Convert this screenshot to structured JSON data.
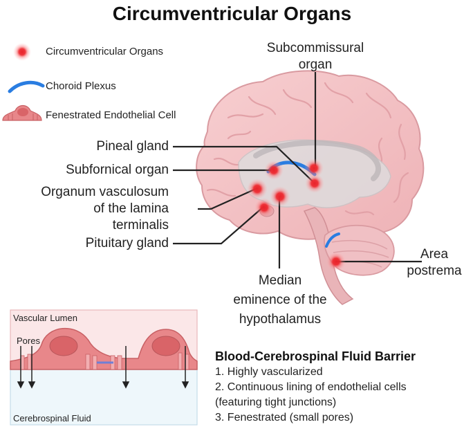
{
  "title": "Circumventricular Organs",
  "legend": [
    {
      "label": "Circumventricular Organs",
      "icon": "red-dot-icon"
    },
    {
      "label": "Choroid Plexus",
      "icon": "blue-arc-icon"
    },
    {
      "label": "Fenestrated Endothelial Cell",
      "icon": "endothelial-cell-icon"
    }
  ],
  "labels": {
    "subcommissural": [
      "Subcommissural",
      "organ"
    ],
    "pineal": "Pineal gland",
    "subfornical": "Subfornical organ",
    "ovlt": [
      "Organum vasculosum",
      "of the lamina",
      "terminalis"
    ],
    "pituitary": "Pituitary gland",
    "median": [
      "Median",
      "eminence of the",
      "hypothalamus"
    ],
    "postrema": [
      "Area",
      "postrema"
    ]
  },
  "inset": {
    "top_label": "Vascular Lumen",
    "pores_label": "Pores",
    "bottom_label": "Cerebrospinal Fluid"
  },
  "bcfb": {
    "title": "Blood-Cerebrospinal Fluid Barrier",
    "items": [
      "1. Highly vascularized",
      "2. Continuous lining of endothelial cells",
      "(featuring tight junctions)",
      "3. Fenestrated (small pores)"
    ]
  },
  "colors": {
    "organ_red": "#e8232a",
    "plexus_blue": "#2a7de1",
    "brain_pink": "#f2bcc0",
    "cell_pink": "#e8878a"
  }
}
